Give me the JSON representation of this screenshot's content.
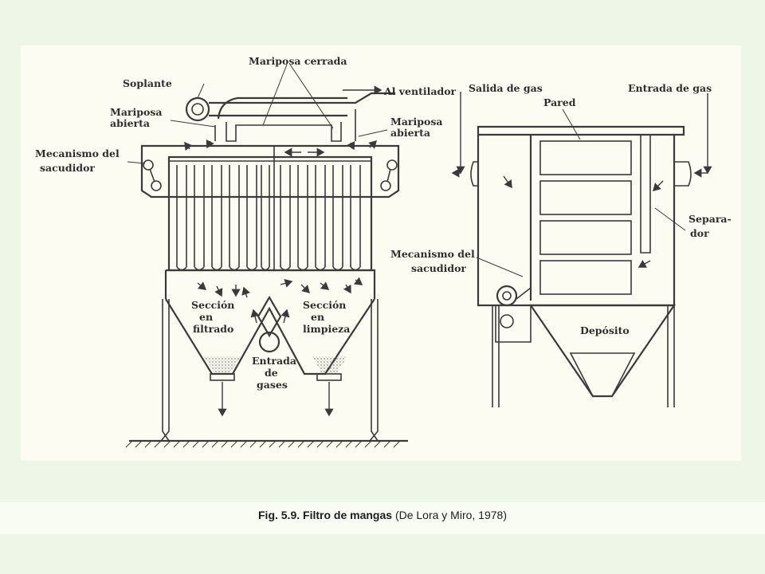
{
  "caption": {
    "figure_number": "Fig. 5.9.",
    "title": "Filtro de mangas",
    "source": "(De Lora y Miro, 1978)"
  },
  "labels": {
    "soplante": "Soplante",
    "mariposa_cerrada": "Mariposa cerrada",
    "al_ventilador": "Al ventilador",
    "mariposa_abierta_left_1": "Mariposa",
    "mariposa_abierta_left_2": "abierta",
    "mariposa_abierta_right_1": "Mariposa",
    "mariposa_abierta_right_2": "abierta",
    "mecanismo_left_1": "Mecanismo del",
    "mecanismo_left_2": "sacudidor",
    "seccion_filtrado_1": "Sección",
    "seccion_filtrado_2": "en",
    "seccion_filtrado_3": "filtrado",
    "seccion_limpieza_1": "Sección",
    "seccion_limpieza_2": "en",
    "seccion_limpieza_3": "limpieza",
    "entrada_gases_1": "Entrada",
    "entrada_gases_2": "de",
    "entrada_gases_3": "gases",
    "salida_gas": "Salida de gas",
    "entrada_gas": "Entrada de gas",
    "pared": "Pared",
    "separador_1": "Separa-",
    "separador_2": "dor",
    "mecanismo_right_1": "Mecanismo del",
    "mecanismo_right_2": "sacudidor",
    "deposito": "Depósito"
  },
  "colors": {
    "page_background": "#eef6e8",
    "figure_background": "#fcfcf2",
    "line_color": "#3a3a3a"
  }
}
